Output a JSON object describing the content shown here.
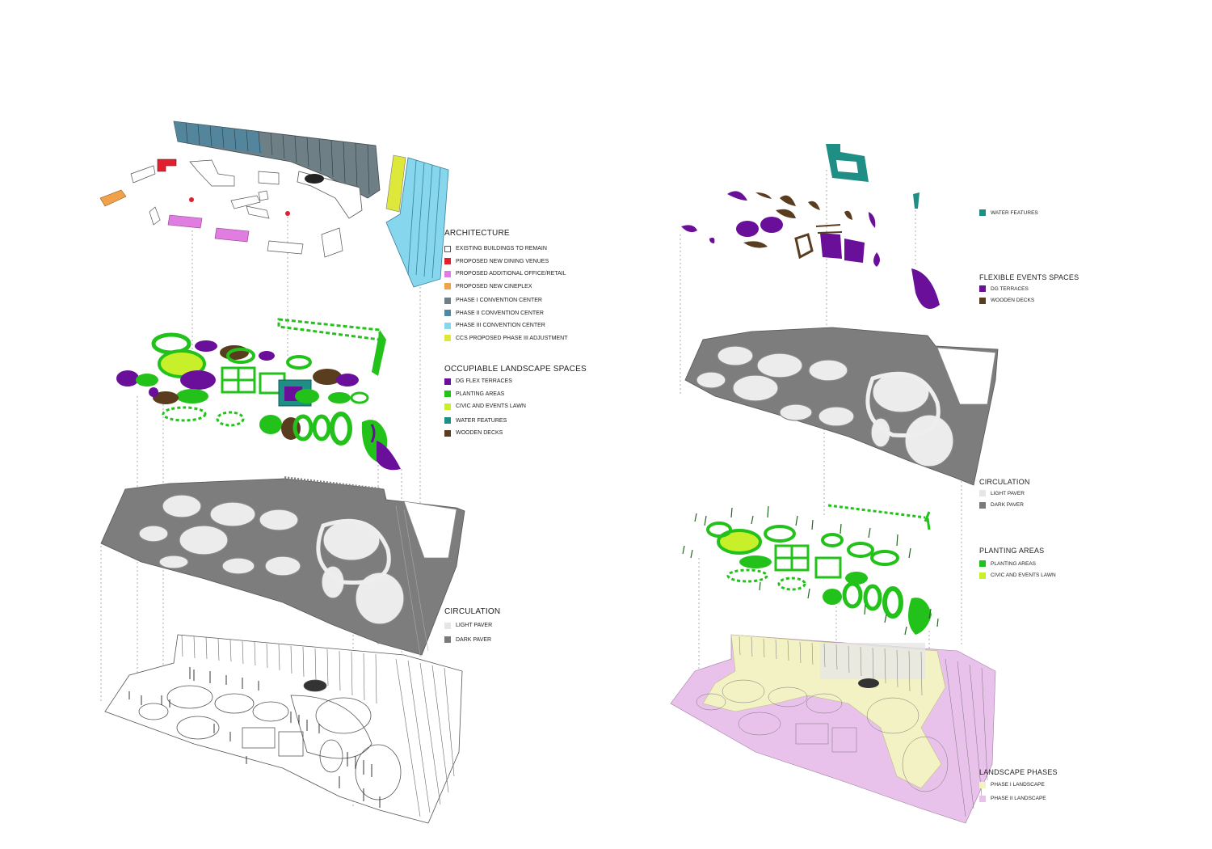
{
  "colors": {
    "purple": "#6a0f9a",
    "green": "#22c21a",
    "lime": "#c8f02a",
    "teal": "#1f8f86",
    "brown": "#5a3d1e",
    "red": "#e0202e",
    "pink": "#df7ee0",
    "orange": "#f0a14a",
    "gray1": "#6e7f86",
    "gray2": "#4f87a1",
    "lightblue": "#86d6ee",
    "yellow": "#dde83a",
    "darkpaver": "#7a7a7a",
    "lightpaver": "#e6e6e6",
    "phase1": "#f2f2c4",
    "phase2": "#e9c2ec"
  },
  "left": {
    "architecture": {
      "title": "ARCHITECTURE",
      "items": [
        {
          "label": "EXISTING BUILDINGS TO REMAIN",
          "color": "#ffffff"
        },
        {
          "label": "PROPOSED NEW DINING VENUES",
          "color": "#e0202e"
        },
        {
          "label": "PROPOSED  ADDITIONAL OFFICE/RETAIL",
          "color": "#df7ee0"
        },
        {
          "label": "PROPOSED  NEW CINEPLEX",
          "color": "#f0a14a"
        },
        {
          "label": "PHASE I CONVENTION CENTER",
          "color": "#6e7f86"
        },
        {
          "label": "PHASE II CONVENTION CENTER",
          "color": "#4f87a1"
        },
        {
          "label": "PHASE III CONVENTION CENTER",
          "color": "#86d6ee"
        },
        {
          "label": "CCS PROPOSED PHASE III ADJUSTMENT",
          "color": "#dde83a"
        }
      ]
    },
    "occupiable": {
      "title": "OCCUPIABLE LANDSCAPE SPACES",
      "items": [
        {
          "label": "DG FLEX TERRACES",
          "color": "#6a0f9a"
        },
        {
          "label": "PLANTING AREAS",
          "color": "#22c21a"
        },
        {
          "label": "CIVIC AND EVENTS LAWN",
          "color": "#c8f02a"
        },
        {
          "label": "WATER FEATURES",
          "color": "#1f8f86"
        },
        {
          "label": "WOODEN DECKS",
          "color": "#5a3d1e"
        }
      ]
    },
    "circulation": {
      "title": "CIRCULATION",
      "items": [
        {
          "label": "LIGHT PAVER",
          "color": "#e6e6e6"
        },
        {
          "label": "DARK PAVER",
          "color": "#7a7a7a"
        }
      ]
    }
  },
  "right": {
    "water": {
      "items": [
        {
          "label": "WATER FEATURES",
          "color": "#1f8f86"
        }
      ]
    },
    "flexible": {
      "title": "FLEXIBLE EVENTS SPACES",
      "items": [
        {
          "label": "DG TERRACES",
          "color": "#6a0f9a"
        },
        {
          "label": "WOODEN DECKS",
          "color": "#5a3d1e"
        }
      ]
    },
    "circulation": {
      "title": "CIRCULATION",
      "items": [
        {
          "label": "LIGHT PAVER",
          "color": "#e6e6e6"
        },
        {
          "label": "DARK PAVER",
          "color": "#7a7a7a"
        }
      ]
    },
    "planting": {
      "title": "PLANTING AREAS",
      "items": [
        {
          "label": "PLANTING AREAS",
          "color": "#22c21a"
        },
        {
          "label": "CIVIC AND EVENTS LAWN",
          "color": "#c8f02a"
        }
      ]
    },
    "phases": {
      "title": "LANDSCAPE PHASES",
      "items": [
        {
          "label": "PHASE I LANDSCAPE",
          "color": "#f2f2c4"
        },
        {
          "label": "PHASE II LANDSCAPE",
          "color": "#e9c2ec"
        }
      ]
    }
  }
}
